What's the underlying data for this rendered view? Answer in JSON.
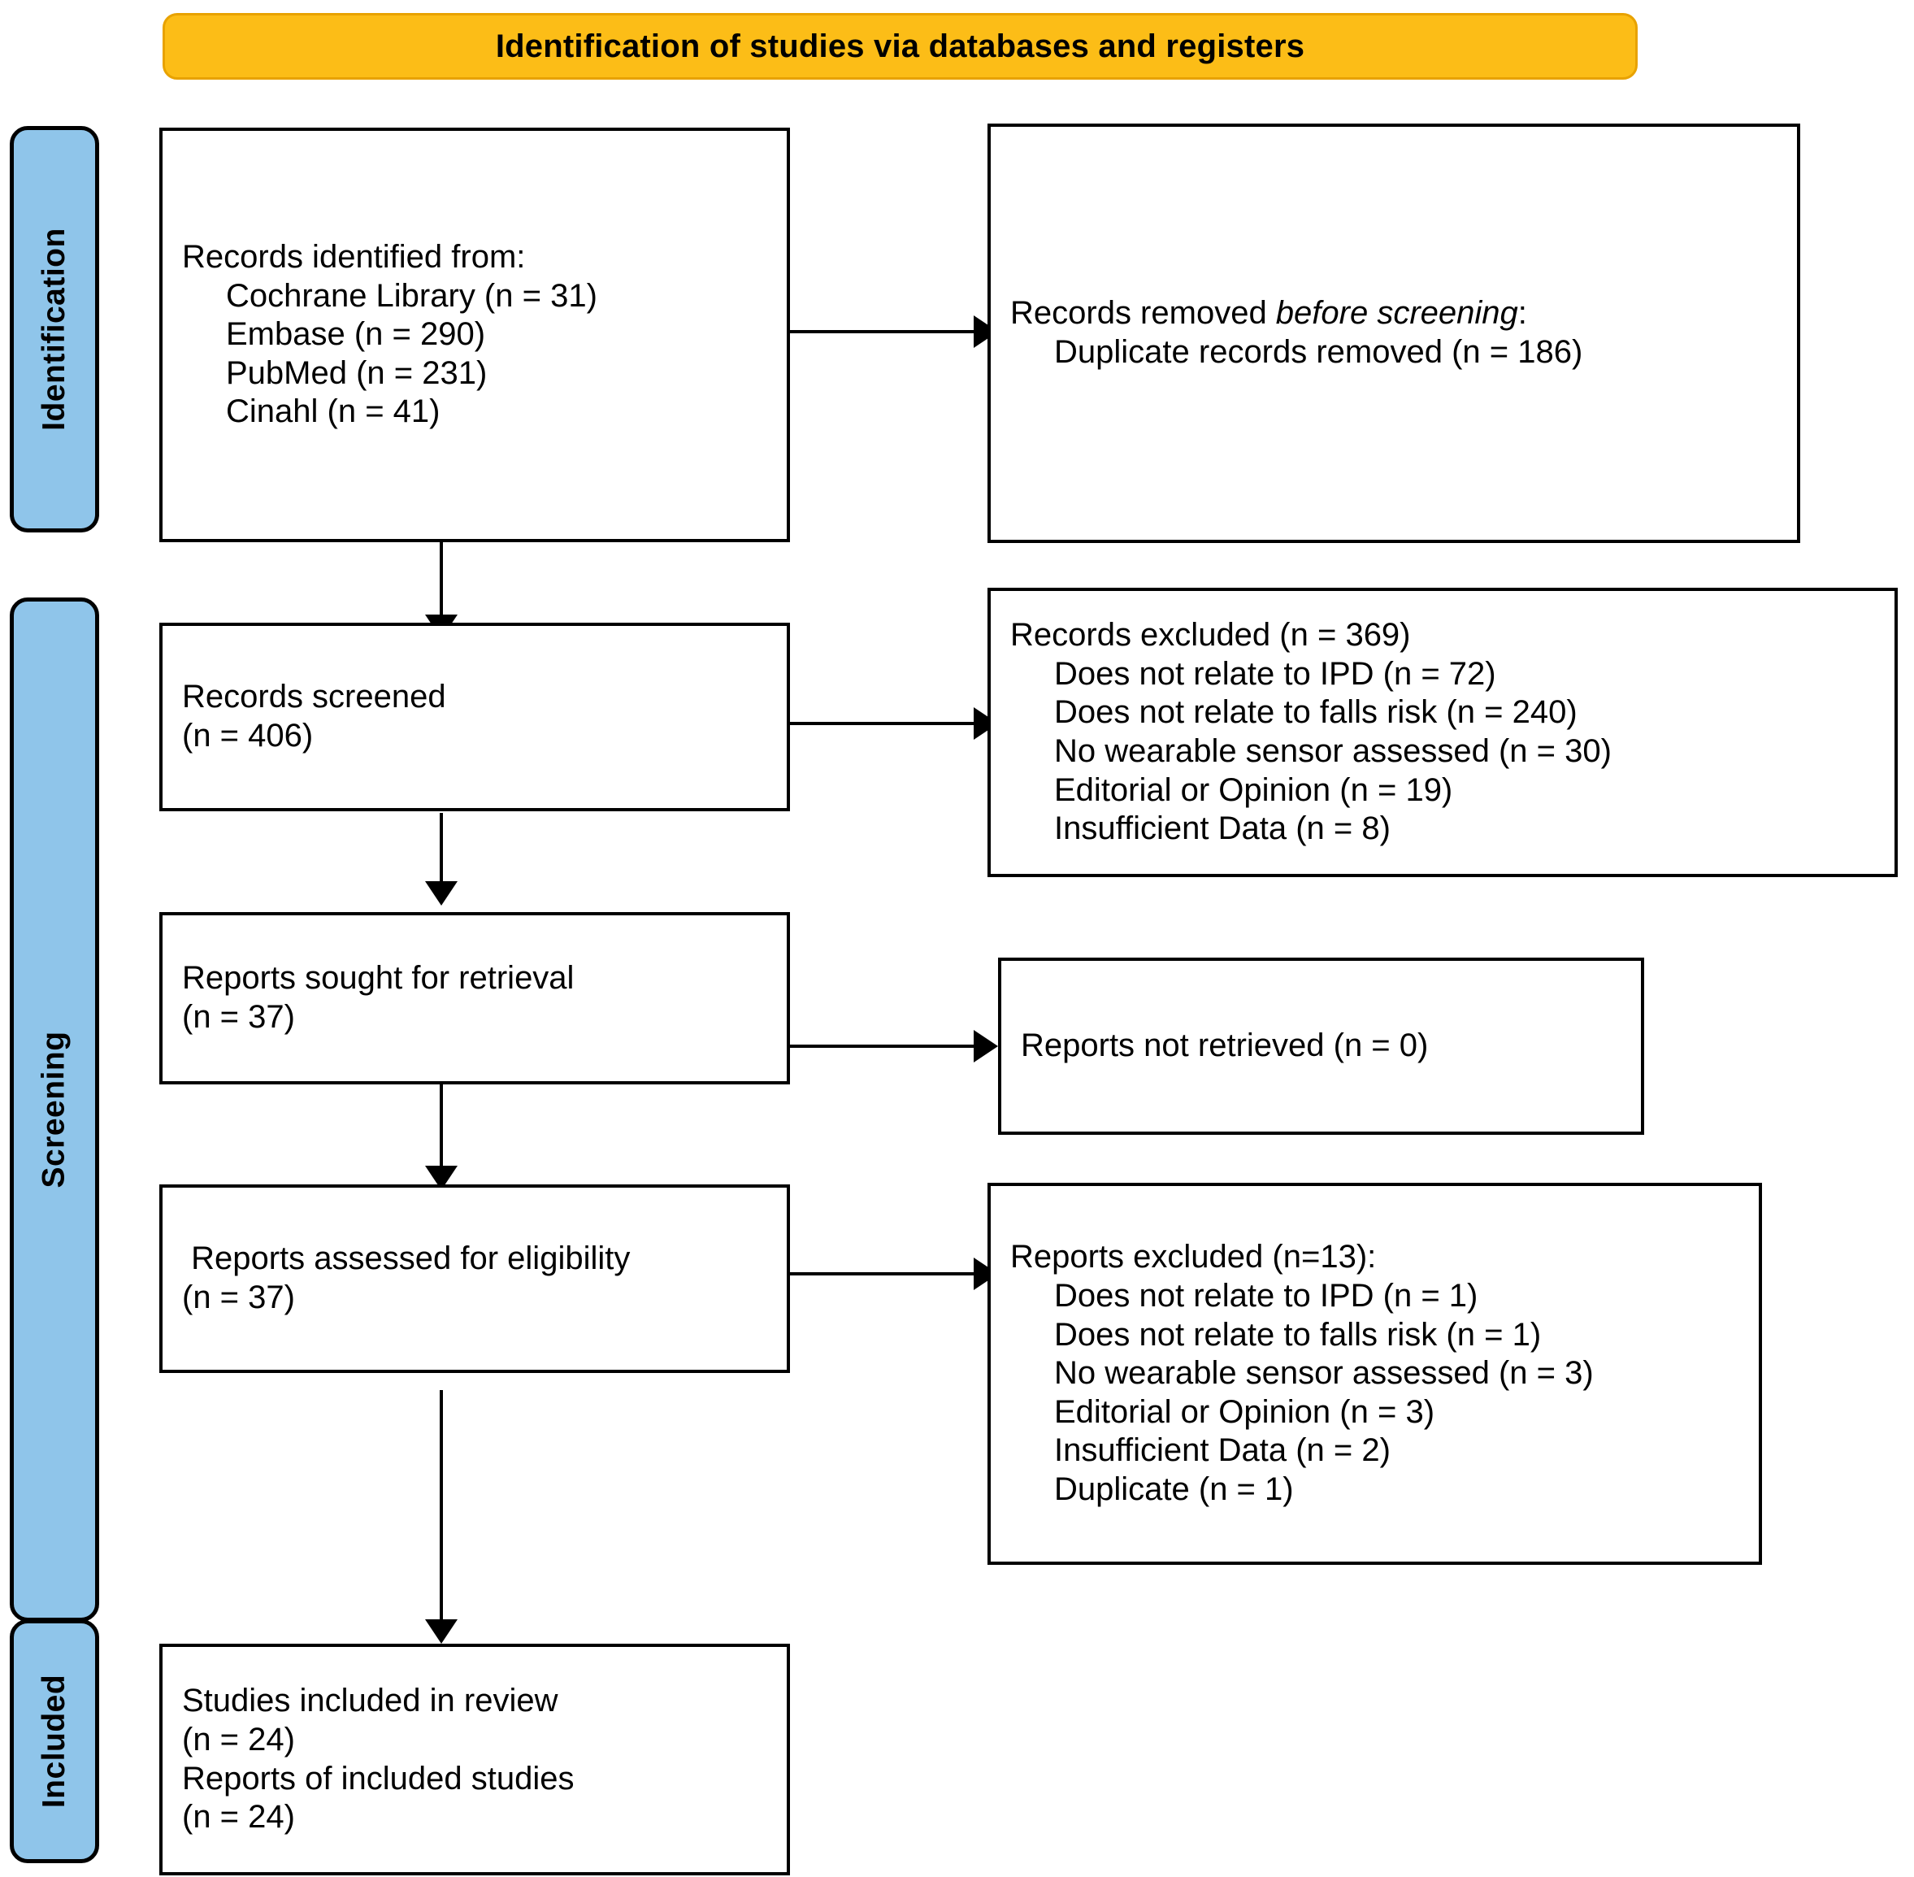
{
  "banner": {
    "title": "Identification of studies via databases and registers"
  },
  "phases": [
    {
      "id": "identification",
      "label": "Identification"
    },
    {
      "id": "screening",
      "label": "Screening"
    },
    {
      "id": "included",
      "label": "Included"
    }
  ],
  "boxes": {
    "records_identified": {
      "lines": [
        {
          "text": "Records identified from:",
          "indent": false
        },
        {
          "text": "Cochrane Library (n = 31)",
          "indent": true
        },
        {
          "text": "Embase (n = 290)",
          "indent": true
        },
        {
          "text": "PubMed (n = 231)",
          "indent": true
        },
        {
          "text": "Cinahl (n = 41)",
          "indent": true
        }
      ]
    },
    "records_removed": {
      "line1_prefix": "Records removed ",
      "line1_emphasis": "before screening",
      "line1_suffix": ":",
      "line2": "Duplicate records removed (n = 186)"
    },
    "records_screened": {
      "lines": [
        {
          "text": "Records screened",
          "indent": false
        },
        {
          "text": "(n = 406)",
          "indent": false
        }
      ]
    },
    "records_excluded": {
      "lines": [
        {
          "text": "Records excluded (n = 369)",
          "indent": false
        },
        {
          "text": "Does not relate to IPD (n = 72)",
          "indent": true
        },
        {
          "text": "Does not relate to falls risk (n = 240)",
          "indent": true
        },
        {
          "text": "No wearable sensor assessed (n = 30)",
          "indent": true
        },
        {
          "text": "Editorial or Opinion (n = 19)",
          "indent": true
        },
        {
          "text": "Insufficient Data (n = 8)",
          "indent": true
        }
      ]
    },
    "reports_sought": {
      "lines": [
        {
          "text": "Reports sought for retrieval",
          "indent": false
        },
        {
          "text": "(n = 37)",
          "indent": false
        }
      ]
    },
    "reports_not_retrieved": {
      "lines": [
        {
          "text": "Reports not retrieved (n = 0)",
          "indent": false
        }
      ]
    },
    "reports_assessed": {
      "lines": [
        {
          "text": " Reports assessed for eligibility",
          "indent": false
        },
        {
          "text": "(n = 37)",
          "indent": false
        }
      ]
    },
    "reports_excluded": {
      "lines": [
        {
          "text": "Reports excluded (n=13):",
          "indent": false
        },
        {
          "text": "Does not relate to IPD (n = 1)",
          "indent": true
        },
        {
          "text": "Does not relate to falls risk (n = 1)",
          "indent": true
        },
        {
          "text": "No wearable sensor assessed (n = 3)",
          "indent": true
        },
        {
          "text": "Editorial or Opinion (n = 3)",
          "indent": true
        },
        {
          "text": "Insufficient Data (n = 2)",
          "indent": true
        },
        {
          "text": "Duplicate (n = 1)",
          "indent": true
        }
      ]
    },
    "studies_included": {
      "lines": [
        {
          "text": "Studies included in review",
          "indent": false
        },
        {
          "text": "(n = 24)",
          "indent": false
        },
        {
          "text": "Reports of included studies",
          "indent": false
        },
        {
          "text": "(n = 24)",
          "indent": false
        }
      ]
    }
  },
  "colors": {
    "banner_fill": "#FCBD17",
    "banner_border": "#E8A200",
    "phase_fill": "#8FC5EA",
    "line": "#000000"
  }
}
